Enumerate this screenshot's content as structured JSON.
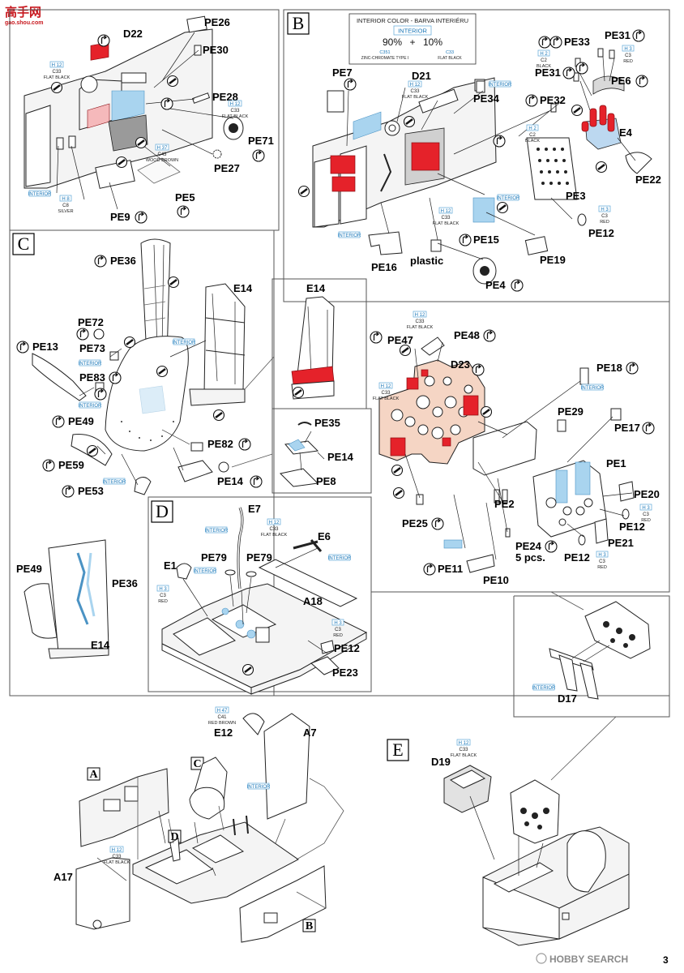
{
  "site": {
    "logo_cn": "高手网",
    "logo_url": "gao.shou.com",
    "watermark": "HOBBY SEARCH",
    "page_number": "3"
  },
  "sections": {
    "A": "A",
    "B": "B",
    "C": "C",
    "D": "D",
    "E": "E"
  },
  "interior_color": {
    "title": "INTERIOR COLOR - BARVA INTERIÉRU",
    "tag": "INTERIOR",
    "pct1": "90%",
    "plus": "+",
    "pct2": "10%",
    "c1_code": "C351",
    "c1_name": "ZINC-CHROMATE TYPE I",
    "c2_code": "C33",
    "c2_name": "FLAT BLACK"
  },
  "colors": {
    "interior": "INTERIOR",
    "h12": "H 12",
    "c33": "C33",
    "flat_black": "FLAT BLACK",
    "h2": "H 2",
    "c2": "C2",
    "black": "BLACK",
    "h3": "H 3",
    "c3": "C3",
    "red": "RED",
    "h37": "H 37",
    "c43": "C43",
    "wood_brown": "WOOD BROWN",
    "h8": "H 8",
    "c8": "C8",
    "silver": "SILVER",
    "h47": "H 47",
    "c41": "C41",
    "red_brown": "RED BROWN"
  },
  "parts": {
    "pe1": "PE1",
    "pe2": "PE2",
    "pe3": "PE3",
    "pe4": "PE4",
    "pe5": "PE5",
    "pe6": "PE6",
    "pe8": "PE8",
    "pe9": "PE9",
    "pe10": "PE10",
    "pe11": "PE11",
    "pe12": "PE12",
    "pe13": "PE13",
    "pe14": "PE14",
    "pe15": "PE15",
    "pe16": "PE16",
    "pe17": "PE17",
    "pe18": "PE18",
    "pe19": "PE19",
    "pe20": "PE20",
    "pe21": "PE21",
    "pe22": "PE22",
    "pe23": "PE23",
    "pe24": "PE24",
    "pcs5": "5 pcs.",
    "pe25": "PE25",
    "pe26": "PE26",
    "pe27": "PE27",
    "pe28": "PE28",
    "pe29": "PE29",
    "pe30": "PE30",
    "pe31": "PE31",
    "pe32": "PE32",
    "pe33": "PE33",
    "pe34": "PE34",
    "pe35": "PE35",
    "pe36": "PE36",
    "pe47": "PE47",
    "pe48": "PE48",
    "pe49": "PE49",
    "pe53": "PE53",
    "pe59": "PE59",
    "pe71": "PE71",
    "pe72": "PE72",
    "pe73": "PE73",
    "pe79": "PE79",
    "pe82": "PE82",
    "pe83": "PE83",
    "pe7": "PE7",
    "d17": "D17",
    "d19": "D19",
    "d21": "D21",
    "d22": "D22",
    "d23": "D23",
    "e1": "E1",
    "e4": "E4",
    "e6": "E6",
    "e7": "E7",
    "e12": "E12",
    "e14": "E14",
    "a7": "A7",
    "a17": "A17",
    "a18": "A18",
    "plastic": "plastic"
  },
  "icons": [
    "bend-icon",
    "remove-icon",
    "interior-color-swatch"
  ]
}
